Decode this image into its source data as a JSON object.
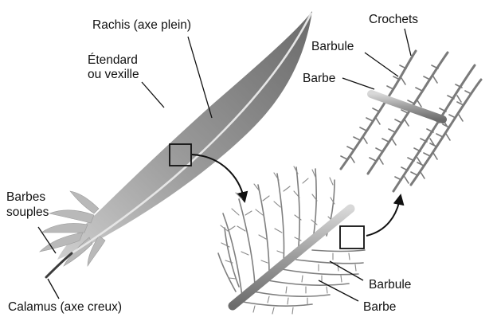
{
  "labels": {
    "rachis": "Rachis (axe plein)",
    "vane_line1": "Étendard",
    "vane_line2": "ou vexille",
    "soft_barbs_line1": "Barbes",
    "soft_barbs_line2": "souples",
    "calamus": "Calamus (axe creux)",
    "hooks": "Crochets",
    "barbule_top": "Barbule",
    "barb_top": "Barbe",
    "barbule_bottom": "Barbule",
    "barb_bottom": "Barbe"
  },
  "colors": {
    "vane_dark": "#6a6a6a",
    "vane_light": "#c4c4c4",
    "rachis": "#dcdcdc",
    "barb_gray": "#8a8a8a",
    "text": "#111111"
  }
}
